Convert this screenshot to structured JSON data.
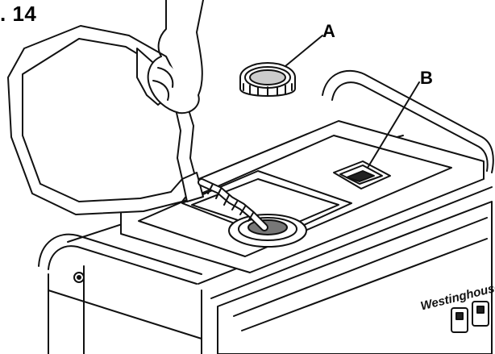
{
  "figure": {
    "label": ". 14",
    "callouts": {
      "a": "A",
      "b": "B"
    },
    "brand_text": "Westinghouse",
    "stroke_color": "#111111",
    "fill_color": "#ffffff",
    "shade_color": "#d9d9d9"
  }
}
